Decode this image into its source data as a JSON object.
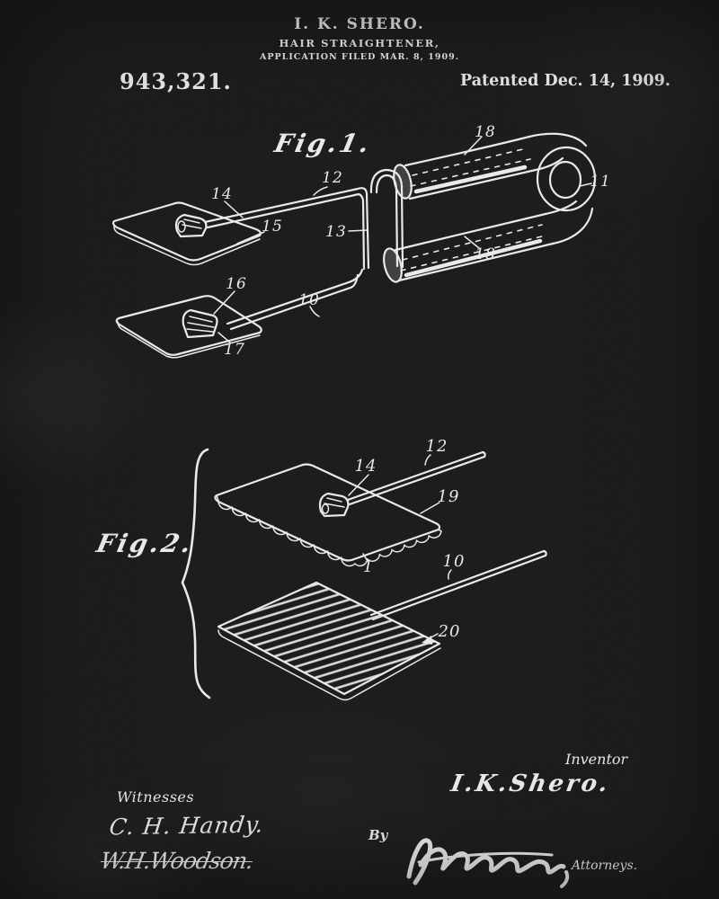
{
  "header": {
    "inventor_line": "I. K. SHERO.",
    "title_line": "HAIR STRAIGHTENER,",
    "application_line": "APPLICATION FILED MAR. 8, 1909.",
    "patent_number": "943,321.",
    "patent_date": "Patented Dec. 14, 1909."
  },
  "figure1": {
    "label": "Fig.1.",
    "numerals": {
      "roller_top": "18",
      "loop": "11",
      "upper_arm": "12",
      "upper_clamp": "14",
      "upper_plate": "15",
      "hinge": "13",
      "roller_bottom": "18",
      "lower_clamp": "16",
      "lower_arm": "10",
      "lower_plate": "17"
    }
  },
  "figure2": {
    "label": "Fig.2.",
    "numerals": {
      "rod_upper": "12",
      "clamp": "14",
      "plate_edge": "19",
      "plate": "1",
      "rod_lower": "10",
      "hatched_plate": "20"
    }
  },
  "signatures": {
    "witnesses_caption": "Witnesses",
    "witness1": "C. H. Handy.",
    "witness2": "W.H.Woodson.",
    "inventor_caption": "Inventor",
    "inventor_signature": "I.K.Shero.",
    "by_label": "By",
    "attorneys_caption": "Attorneys."
  },
  "colors": {
    "background": "#171717",
    "ink": "#e9e9e9"
  }
}
